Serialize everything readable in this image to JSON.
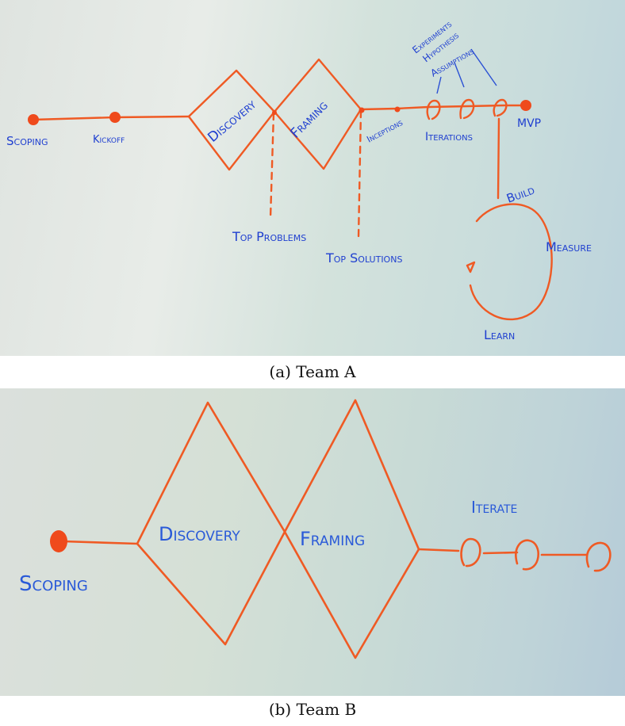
{
  "figure": {
    "panels": [
      {
        "id": "a",
        "caption": "(a) Team A",
        "stroke_color": "#ef5a24",
        "text_color": "#1f3fd0",
        "milestones": [
          {
            "label": "Scoping"
          },
          {
            "label": "Kickoff"
          },
          {
            "label": "Inceptions"
          },
          {
            "label": "MVP"
          }
        ],
        "diamonds": [
          {
            "label": "Discovery",
            "output": "Top Problems"
          },
          {
            "label": "Framing",
            "output": "Top Solutions"
          }
        ],
        "iterations": {
          "label": "Iterations",
          "count": 3,
          "annotations": [
            "Experiments",
            "Hypothesis",
            "Assumptions"
          ]
        },
        "cycle": {
          "steps": [
            "Build",
            "Measure",
            "Learn"
          ]
        }
      },
      {
        "id": "b",
        "caption": "(b) Team B",
        "stroke_color": "#ef5a24",
        "text_color": "#1f3fd0",
        "milestones": [
          {
            "label": "Scoping"
          }
        ],
        "diamonds": [
          {
            "label": "Discovery"
          },
          {
            "label": "Framing"
          }
        ],
        "iterations": {
          "label": "Iterate",
          "count": 3
        }
      }
    ]
  }
}
